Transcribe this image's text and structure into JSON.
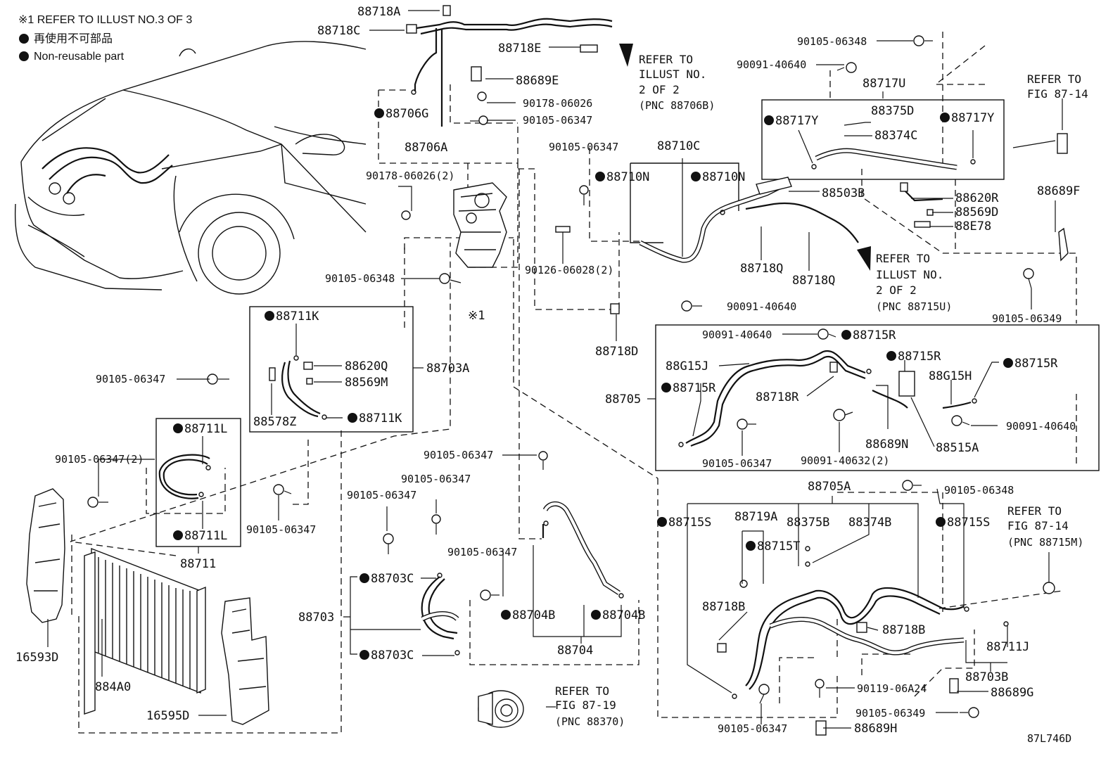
{
  "notes": {
    "ref_note": "※1 REFER TO ILLUST NO.3 OF 3",
    "non_reusable_jp": "再使用不可部品",
    "non_reusable_en": "Non-reusable part"
  },
  "part_labels": [
    {
      "id": "88718A",
      "text": "88718A",
      "nonreusable": false
    },
    {
      "id": "88718C",
      "text": "88718C",
      "nonreusable": false
    },
    {
      "id": "88718E",
      "text": "88718E",
      "nonreusable": false
    },
    {
      "id": "88689E",
      "text": "88689E",
      "nonreusable": false
    },
    {
      "id": "90178-06026",
      "text": "90178-06026",
      "nonreusable": false
    },
    {
      "id": "88706G",
      "text": "88706G",
      "nonreusable": true
    },
    {
      "id": "90105-06347-a",
      "text": "90105-06347",
      "nonreusable": false
    },
    {
      "id": "88706A",
      "text": "88706A",
      "nonreusable": false
    },
    {
      "id": "90178-06026-2",
      "text": "90178-06026(2)",
      "nonreusable": false
    },
    {
      "id": "90105-06347-b",
      "text": "90105-06347",
      "nonreusable": false
    },
    {
      "id": "88710C",
      "text": "88710C",
      "nonreusable": false
    },
    {
      "id": "88710N-a",
      "text": "88710N",
      "nonreusable": true
    },
    {
      "id": "88710N-b",
      "text": "88710N",
      "nonreusable": true
    },
    {
      "id": "88503B",
      "text": "88503B",
      "nonreusable": false
    },
    {
      "id": "90126-06028-2",
      "text": "90126-06028(2)",
      "nonreusable": false
    },
    {
      "id": "90105-06348-a",
      "text": "90105-06348",
      "nonreusable": false
    },
    {
      "id": "88718Q-a",
      "text": "88718Q",
      "nonreusable": false
    },
    {
      "id": "88718Q-b",
      "text": "88718Q",
      "nonreusable": false
    },
    {
      "id": "90091-40640-a",
      "text": "90091-40640",
      "nonreusable": false
    },
    {
      "id": "88718D",
      "text": "88718D",
      "nonreusable": false
    },
    {
      "id": "90105-06348-b",
      "text": "90105-06348",
      "nonreusable": false
    },
    {
      "id": "90091-40640-b",
      "text": "90091-40640",
      "nonreusable": false
    },
    {
      "id": "88717U",
      "text": "88717U",
      "nonreusable": false
    },
    {
      "id": "88375D",
      "text": "88375D",
      "nonreusable": false
    },
    {
      "id": "88717Y-a",
      "text": "88717Y",
      "nonreusable": true
    },
    {
      "id": "88374C",
      "text": "88374C",
      "nonreusable": false
    },
    {
      "id": "88717Y-b",
      "text": "88717Y",
      "nonreusable": true
    },
    {
      "id": "88620R",
      "text": "88620R",
      "nonreusable": false
    },
    {
      "id": "88569D",
      "text": "88569D",
      "nonreusable": false
    },
    {
      "id": "88E78",
      "text": "88E78",
      "nonreusable": false
    },
    {
      "id": "88689F",
      "text": "88689F",
      "nonreusable": false
    },
    {
      "id": "90105-06349-a",
      "text": "90105-06349",
      "nonreusable": false
    },
    {
      "id": "88711K-a",
      "text": "88711K",
      "nonreusable": true
    },
    {
      "id": "88620Q",
      "text": "88620Q",
      "nonreusable": false
    },
    {
      "id": "88569M",
      "text": "88569M",
      "nonreusable": false
    },
    {
      "id": "88703A",
      "text": "88703A",
      "nonreusable": false
    },
    {
      "id": "90105-06347-c",
      "text": "90105-06347",
      "nonreusable": false
    },
    {
      "id": "88578Z",
      "text": "88578Z",
      "nonreusable": false
    },
    {
      "id": "88711K-b",
      "text": "88711K",
      "nonreusable": true
    },
    {
      "id": "88711L-a",
      "text": "88711L",
      "nonreusable": true
    },
    {
      "id": "90105-06347-2",
      "text": "90105-06347(2)",
      "nonreusable": false
    },
    {
      "id": "88711L-b",
      "text": "88711L",
      "nonreusable": true
    },
    {
      "id": "88711",
      "text": "88711",
      "nonreusable": false
    },
    {
      "id": "90105-06347-d",
      "text": "90105-06347",
      "nonreusable": false
    },
    {
      "id": "16593D",
      "text": "16593D",
      "nonreusable": false
    },
    {
      "id": "884A0",
      "text": "884A0",
      "nonreusable": false
    },
    {
      "id": "16595D",
      "text": "16595D",
      "nonreusable": false
    },
    {
      "id": "90091-40640-c",
      "text": "90091-40640",
      "nonreusable": false
    },
    {
      "id": "88715R-a",
      "text": "88715R",
      "nonreusable": true
    },
    {
      "id": "88G15J",
      "text": "88G15J",
      "nonreusable": false
    },
    {
      "id": "88715R-b",
      "text": "88715R",
      "nonreusable": true
    },
    {
      "id": "88715R-c",
      "text": "88715R",
      "nonreusable": true
    },
    {
      "id": "88G15H",
      "text": "88G15H",
      "nonreusable": false
    },
    {
      "id": "88715R-d",
      "text": "88715R",
      "nonreusable": true
    },
    {
      "id": "88718R",
      "text": "88718R",
      "nonreusable": false
    },
    {
      "id": "88705",
      "text": "88705",
      "nonreusable": false
    },
    {
      "id": "90091-40640-d",
      "text": "90091-40640",
      "nonreusable": false
    },
    {
      "id": "88689N",
      "text": "88689N",
      "nonreusable": false
    },
    {
      "id": "88515A",
      "text": "88515A",
      "nonreusable": false
    },
    {
      "id": "90105-06347-e",
      "text": "90105-06347",
      "nonreusable": false
    },
    {
      "id": "90091-40632-2",
      "text": "90091-40632(2)",
      "nonreusable": false
    },
    {
      "id": "90105-06347-f",
      "text": "90105-06347",
      "nonreusable": false
    },
    {
      "id": "90105-06347-g",
      "text": "90105-06347",
      "nonreusable": false
    },
    {
      "id": "90105-06347-h",
      "text": "90105-06347",
      "nonreusable": false
    },
    {
      "id": "88703C-a",
      "text": "88703C",
      "nonreusable": true
    },
    {
      "id": "90105-06347-i",
      "text": "90105-06347",
      "nonreusable": false
    },
    {
      "id": "88703",
      "text": "88703",
      "nonreusable": false
    },
    {
      "id": "88704B-a",
      "text": "88704B",
      "nonreusable": true
    },
    {
      "id": "88704B-b",
      "text": "88704B",
      "nonreusable": true
    },
    {
      "id": "88704",
      "text": "88704",
      "nonreusable": false
    },
    {
      "id": "88703C-b",
      "text": "88703C",
      "nonreusable": true
    },
    {
      "id": "88705A",
      "text": "88705A",
      "nonreusable": false
    },
    {
      "id": "90105-06348-c",
      "text": "90105-06348",
      "nonreusable": false
    },
    {
      "id": "88715S-a",
      "text": "88715S",
      "nonreusable": true
    },
    {
      "id": "88719A",
      "text": "88719A",
      "nonreusable": false
    },
    {
      "id": "88375B",
      "text": "88375B",
      "nonreusable": false
    },
    {
      "id": "88374B",
      "text": "88374B",
      "nonreusable": false
    },
    {
      "id": "88715S-b",
      "text": "88715S",
      "nonreusable": true
    },
    {
      "id": "88715T",
      "text": "88715T",
      "nonreusable": true
    },
    {
      "id": "88718B-a",
      "text": "88718B",
      "nonreusable": false
    },
    {
      "id": "88718B-b",
      "text": "88718B",
      "nonreusable": false
    },
    {
      "id": "88711J",
      "text": "88711J",
      "nonreusable": false
    },
    {
      "id": "88703B",
      "text": "88703B",
      "nonreusable": false
    },
    {
      "id": "90119-06A24",
      "text": "90119-06A24",
      "nonreusable": false
    },
    {
      "id": "88689G",
      "text": "88689G",
      "nonreusable": false
    },
    {
      "id": "90105-06349-b",
      "text": "90105-06349",
      "nonreusable": false
    },
    {
      "id": "90105-06347-j",
      "text": "90105-06347",
      "nonreusable": false
    },
    {
      "id": "88689H",
      "text": "88689H",
      "nonreusable": false
    },
    {
      "id": "x1",
      "text": "※1",
      "nonreusable": false
    }
  ],
  "refer_notes": [
    {
      "id": "ref-illust-2-top",
      "lines": [
        "REFER TO",
        "ILLUST NO.",
        "2 OF 2",
        "(PNC 88706B)"
      ]
    },
    {
      "id": "ref-illust-2-mid",
      "lines": [
        "REFER TO",
        "ILLUST NO.",
        "2 OF 2",
        "(PNC 88715U)"
      ]
    },
    {
      "id": "ref-fig-87-14-top",
      "lines": [
        "REFER TO",
        "FIG 87-14"
      ]
    },
    {
      "id": "ref-fig-87-14-bot",
      "lines": [
        "REFER TO",
        "FIG 87-14",
        "(PNC 88715M)"
      ]
    },
    {
      "id": "ref-fig-87-19",
      "lines": [
        "REFER TO",
        "FIG 87-19",
        "(PNC 88370)"
      ]
    }
  ],
  "illustration_code": "87L746D"
}
